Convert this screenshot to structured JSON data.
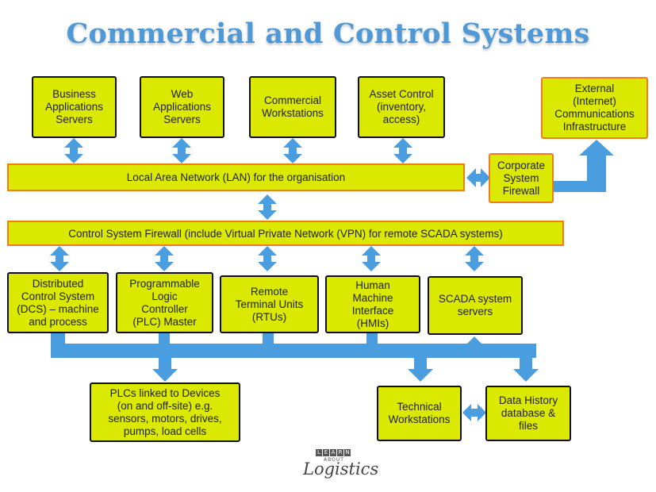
{
  "title": "Commercial and Control Systems",
  "boxes": {
    "business": "Business\nApplications\nServers",
    "web": "Web\nApplications\nServers",
    "commercial": "Commercial\nWorkstations",
    "asset": "Asset Control\n(inventory,\naccess)",
    "external": "External\n(Internet)\nCommunications\nInfrastructure",
    "firewall": "Corporate\nSystem\nFirewall",
    "dcs": "Distributed\nControl System\n(DCS) – machine\nand process",
    "plc": "Programmable\nLogic\nController\n(PLC) Master",
    "rtu": "Remote\nTerminal Units\n(RTUs)",
    "hmi": "Human\nMachine\nInterface\n(HMIs)",
    "scada": "SCADA system\nservers",
    "plc_devices": "PLCs linked to Devices\n(on and off-site) e.g.\nsensors, motors, drives,\npumps,  load cells",
    "technical": "Technical\nWorkstations",
    "history": "Data History\ndatabase &\nfiles"
  },
  "bars": {
    "lan": "Local Area Network (LAN) for the organisation",
    "control_firewall": "Control System Firewall (include Virtual Private Network (VPN) for remote SCADA systems)"
  },
  "logo": {
    "letters": [
      "L",
      "E",
      "A",
      "R",
      "N"
    ],
    "about": "ABOUT",
    "word": "Logistics"
  },
  "colors": {
    "box_fill": "#dbe800",
    "box_border": "#111111",
    "accent_border": "#f07d1a",
    "arrow": "#4a9ee0",
    "title": "#4f9ad6"
  }
}
